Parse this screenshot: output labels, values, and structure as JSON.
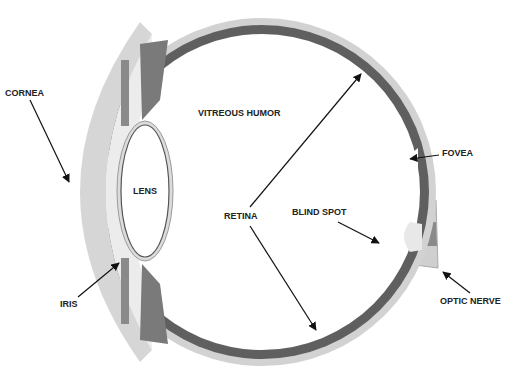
{
  "diagram": {
    "nodes": [
      {
        "text": [
          "LENS"
        ]
      }
    ],
    "labels": [
      "CORNEA",
      "VITREOUS HUMOR",
      "RETINA",
      "BLIND SPOT",
      "FOVEA",
      "IRIS",
      "OPTIC NERVE"
    ]
  }
}
